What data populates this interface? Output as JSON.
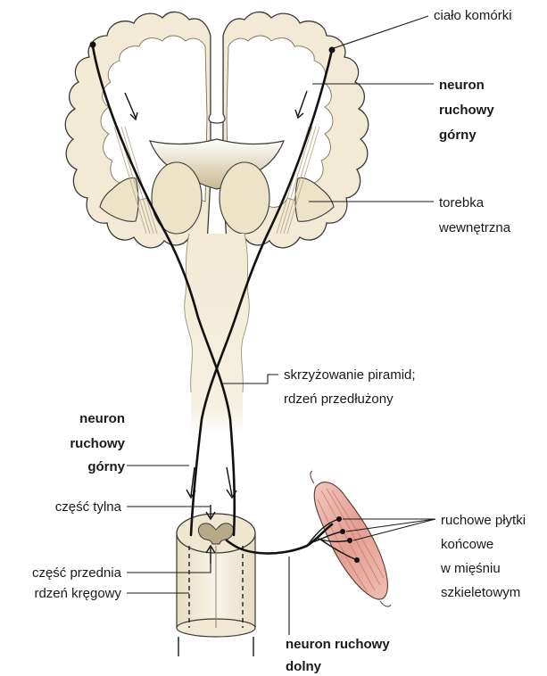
{
  "labels": {
    "cell_body": "ciało komórki",
    "upper_neuron_right_line1": "neuron",
    "upper_neuron_right_line2": "ruchowy",
    "upper_neuron_right_line3": "górny",
    "internal_capsule_line1": "torebka",
    "internal_capsule_line2": "wewnętrzna",
    "decussation_line1": "skrzyżowanie piramid;",
    "decussation_line2": "rdzeń przedłużony",
    "upper_neuron_left_line1": "neuron",
    "upper_neuron_left_line2": "ruchowy",
    "upper_neuron_left_line3": "górny",
    "posterior_part": "część tylna",
    "anterior_part": "część przednia",
    "spinal_cord": "rdzeń kręgowy",
    "motor_end_plates_line1": "ruchowe płytki",
    "motor_end_plates_line2": "końcowe",
    "motor_end_plates_line3": "w mięśniu",
    "motor_end_plates_line4": "szkieletowym",
    "lower_neuron_line1": "neuron ruchowy",
    "lower_neuron_line2": "dolny"
  },
  "colors": {
    "brain_fill": "#f2ead4",
    "white_matter": "#ffffff",
    "nucleus_fill": "#ede3c6",
    "ventricle": "#c8b98e",
    "muscle": "#e8b0a4",
    "pathway": "#111111"
  }
}
